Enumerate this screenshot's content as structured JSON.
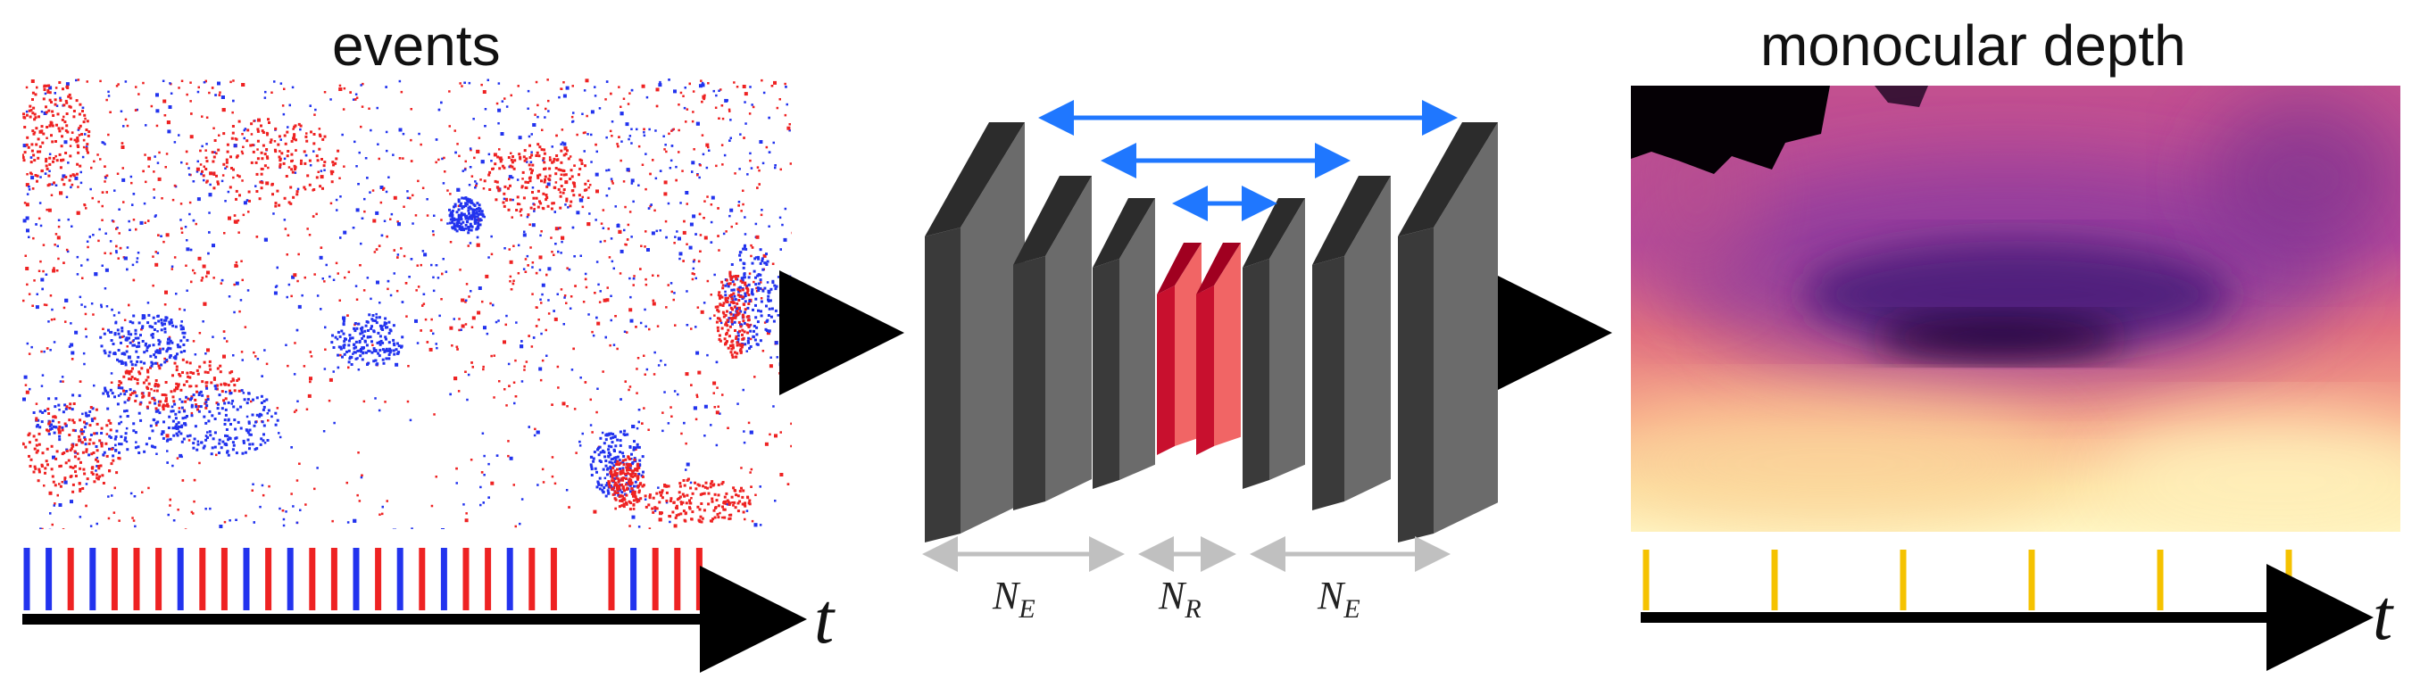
{
  "titles": {
    "events": "events",
    "depth": "monocular depth"
  },
  "labels": {
    "time_left": "t",
    "time_right": "t",
    "encoder_left": "N",
    "encoder_left_sub": "E",
    "recurrent": "N",
    "recurrent_sub": "R",
    "encoder_right": "N",
    "encoder_right_sub": "E"
  },
  "colors": {
    "positive_event": "#ee2222",
    "negative_event": "#2233ee",
    "layer_dark": "#3a3a3a",
    "layer_front": "#6b6b6b",
    "recurrent_front": "#ef4a4a",
    "skip_arrow": "#1f77ff",
    "span_arrow": "#c0c0c0",
    "depth_tick": "#f5c200"
  },
  "event_timeline": [
    {
      "color": "blue"
    },
    {
      "color": "blue"
    },
    {
      "color": "red"
    },
    {
      "color": "blue"
    },
    {
      "color": "red"
    },
    {
      "color": "red"
    },
    {
      "color": "red"
    },
    {
      "color": "blue"
    },
    {
      "color": "red"
    },
    {
      "color": "red"
    },
    {
      "color": "blue"
    },
    {
      "color": "red"
    },
    {
      "color": "blue"
    },
    {
      "color": "red"
    },
    {
      "color": "red"
    },
    {
      "color": "blue"
    },
    {
      "color": "red"
    },
    {
      "color": "blue"
    },
    {
      "color": "red"
    },
    {
      "color": "blue"
    },
    {
      "color": "red"
    },
    {
      "color": "red"
    },
    {
      "color": "blue"
    },
    {
      "color": "red"
    },
    {
      "color": "red"
    },
    {
      "color": "red"
    },
    {
      "color": "blue"
    },
    {
      "color": "red"
    },
    {
      "color": "red"
    },
    {
      "color": "red"
    }
  ],
  "depth_timeline_count": 6
}
